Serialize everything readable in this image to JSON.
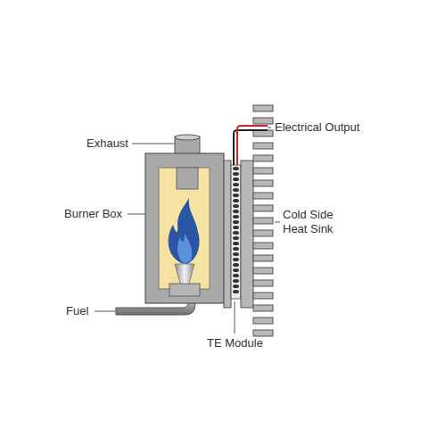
{
  "diagram": {
    "labels": [
      "Exhaust",
      "Electrical Output",
      "Burner Box",
      "Cold Side Heat Sink",
      "Fuel",
      "TE Module"
    ]
  }
}
